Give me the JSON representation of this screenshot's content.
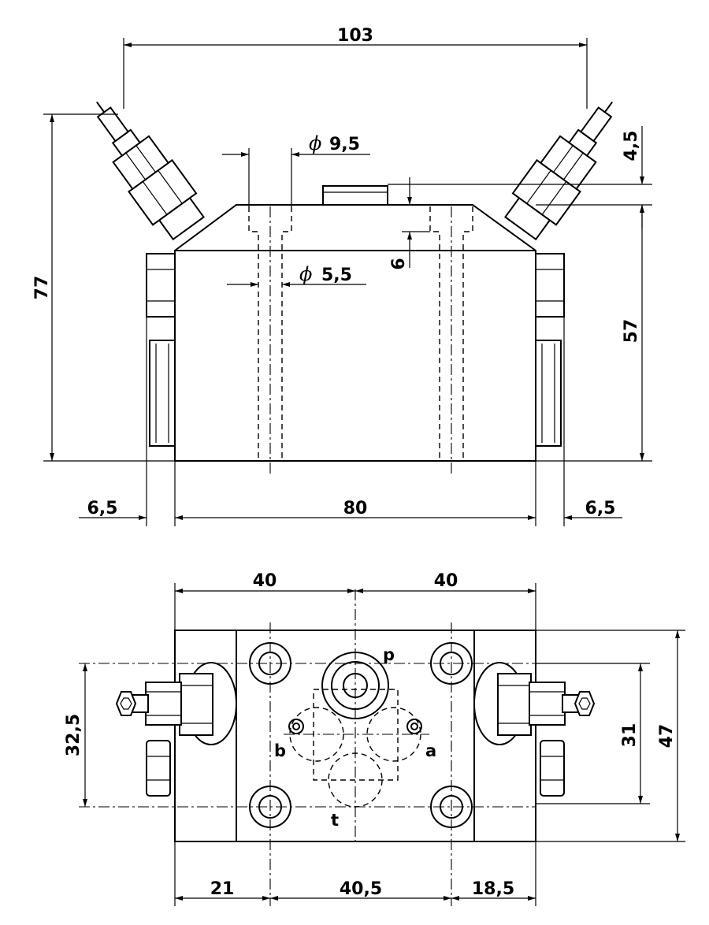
{
  "dimensions": {
    "overall_width": "103",
    "overall_height": "77",
    "body_height": "57",
    "top_offset": "4,5",
    "body_width": "80",
    "left_margin": "6,5",
    "right_margin": "6,5",
    "bore_large": "9,5",
    "bore_small": "5,5",
    "counterbore_depth": "6",
    "half_width_left": "40",
    "half_width_right": "40",
    "hole_spacing_left": "32,5",
    "hole_spacing_right": "31",
    "plate_height": "47",
    "offset_left": "21",
    "center_spacing": "40,5",
    "offset_right": "18,5"
  },
  "symbols": {
    "diameter": "ϕ"
  },
  "ports": {
    "p": "p",
    "a": "a",
    "b": "b",
    "t": "t"
  }
}
